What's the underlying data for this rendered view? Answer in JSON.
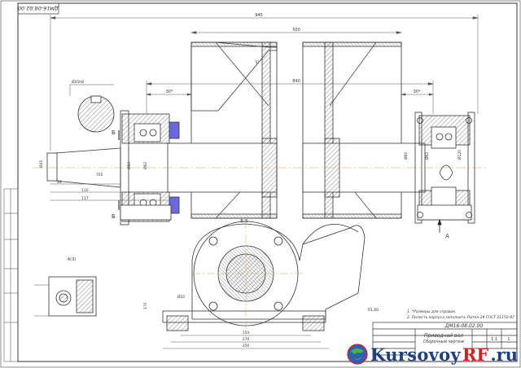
{
  "drawing": {
    "code_top": "ДМ16-08.02.00",
    "code_titleblock": "ДМ16-08.02.00",
    "title": "Приводной вал",
    "subtitle": "Сборочный чертеж",
    "sheet_number": "1",
    "scale": "1:1"
  },
  "notes": [
    "1. *Размеры для справок.",
    "2. Полость корпуса заполнить Литол-24 ГОСТ 21150-87"
  ],
  "sections": {
    "bb": "Б-Б",
    "b_top": "Б",
    "b_bottom": "Б",
    "a_view": "А",
    "a_detail": "А(3)"
  },
  "dimensions": {
    "overall_length": "945",
    "drum_width": "500",
    "shaft_span": "840",
    "left_flange": "30*",
    "right_flange": "30*",
    "angle": "5°",
    "len_28": "28",
    "len_110": "110",
    "len_117": "117",
    "taper": "Т65",
    "d45": "Ø45",
    "d62": "Ø62",
    "d80": "Ø80",
    "d120": "Ø120",
    "key": "Ø32",
    "width_154": "154",
    "width_270": "270",
    "width_350": "350",
    "height_170": "170",
    "height_32": "32",
    "fit_1": "Ø45h8",
    "fit_2": "Ø62",
    "shaft_d": "Ø60",
    "r_note": "R1,60"
  },
  "watermark": {
    "name": "Kursovoy",
    "rf": "RF",
    "tld": ".ru"
  },
  "colors": {
    "line": "#3a3a3a",
    "fill": "#6a6adc",
    "hatch": "#6b6b6b",
    "dim": "#555555",
    "brand_blue": "#1f3f7a",
    "brand_red": "#d81f1f"
  }
}
